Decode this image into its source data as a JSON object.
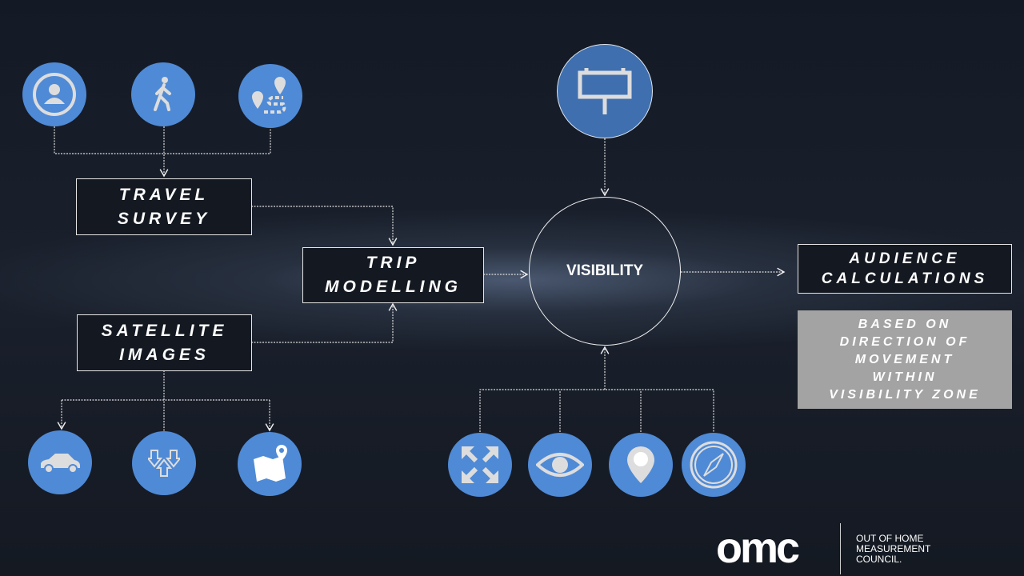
{
  "nodes": {
    "travel_survey": [
      "TRAVEL",
      "SURVEY"
    ],
    "trip_modelling": [
      "TRIP",
      "MODELLING"
    ],
    "satellite_images": [
      "SATELLITE",
      "IMAGES"
    ],
    "visibility": "VISIBILITY",
    "audience_calculations": [
      "AUDIENCE",
      "CALCULATIONS"
    ],
    "note": [
      "BASED ON",
      "DIRECTION OF",
      "MOVEMENT",
      "WITHIN",
      "VISIBILITY ZONE"
    ]
  },
  "icons": {
    "survey_inputs": [
      "target-audience-icon",
      "pedestrian-icon",
      "route-pins-icon"
    ],
    "satellite_outputs": [
      "car-icon",
      "traffic-flow-icon",
      "map-icon"
    ],
    "visibility_inputs": [
      "expand-icon",
      "eye-icon",
      "location-pin-icon",
      "compass-icon"
    ],
    "billboard": "billboard-icon"
  },
  "colors": {
    "icon_bg": "#4f8ad6",
    "billboard_bg": "#3f6fae",
    "note_bg": "#a3a3a3"
  },
  "footer": {
    "logo": "omc",
    "org_lines": [
      "OUT OF HOME",
      "MEASUREMENT",
      "COUNCIL."
    ]
  }
}
